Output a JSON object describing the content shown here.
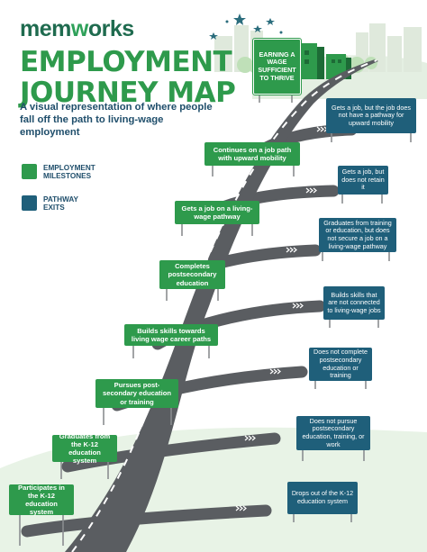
{
  "header": {
    "logo_prefix": "mem",
    "logo_mark": "w",
    "logo_suffix": "orks",
    "title_line1": "EMPLOYMENT",
    "title_line2": "JOURNEY MAP",
    "subtitle": "A visual representation of where people fall off the path to living-wage employment"
  },
  "legend": {
    "milestones_label": "EMPLOYMENT\nMILESTONES",
    "exits_label": "PATHWAY\nEXITS"
  },
  "goal": "EARNING A WAGE SUFFICIENT TO THRIVE",
  "milestones": [
    "Participates in the K-12 education system",
    "Graduates from the K-12 education system",
    "Pursues post-secondary education or training",
    "Builds skills towards living wage career paths",
    "Completes postsecondary education",
    "Gets a job on a living-wage pathway",
    "Continues on a job path with upward mobility"
  ],
  "exits": [
    "Drops out of the K-12 education system",
    "Does not pursue postsecondary education, training, or work",
    "Does not complete postsecondary education or training",
    "Builds skills that are not connected to living-wage jobs",
    "Graduates from training or education, but does not secure a job on a living-wage pathway",
    "Gets a job, but does not retain it",
    "Gets a job, but the job does not have a pathway for upward mobility"
  ],
  "colors": {
    "milestone": "#2e9a4c",
    "exit": "#1f5f7a",
    "road": "#5a5d61",
    "title": "#2e9a4c",
    "logo": "#1f6b4f"
  }
}
